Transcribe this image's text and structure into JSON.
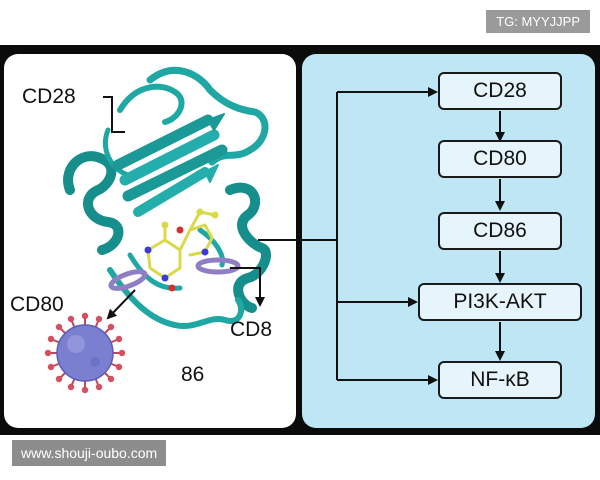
{
  "watermark_top": "TG: MYYJJPP",
  "watermark_bottom": "www.shouji-oubo.com",
  "colors": {
    "right_panel": "#bfe6f4",
    "box_fill": "#e6f4fb",
    "protein": "#1fa7a4",
    "virus": "#7b7fd0"
  },
  "left_labels": {
    "cd28": "CD28",
    "cd80": "CD80",
    "cd8": "CD8",
    "n86": "86"
  },
  "pathway": {
    "nodes": [
      {
        "label": "CD28"
      },
      {
        "label": "CD80"
      },
      {
        "label": "CD86"
      },
      {
        "label": "PI3K-AKT"
      },
      {
        "label": "NF-κB"
      }
    ]
  }
}
